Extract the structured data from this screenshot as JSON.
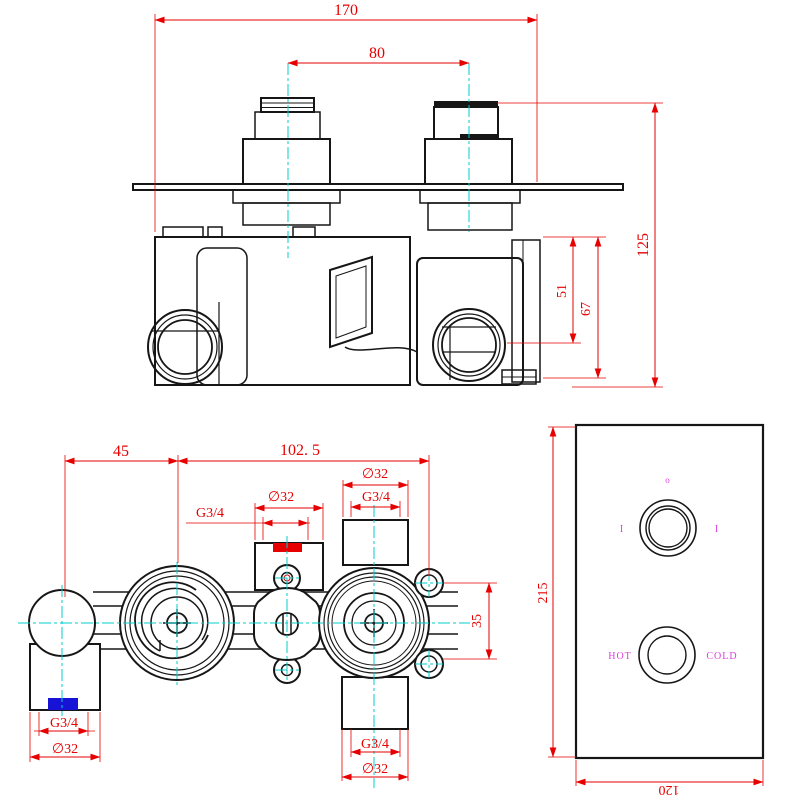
{
  "title": "Concealed thermostatic shower valve - technical drawing",
  "colors": {
    "line": "#161616",
    "dimension": "#e60000",
    "centerline": "#00cccc",
    "annotation_magenta": "#dd3ddd",
    "hot_inlet_marker": "#e60000",
    "cold_inlet_marker": "#1713d6",
    "background": "#ffffff"
  },
  "side_view": {
    "dim_overall_width": "170",
    "dim_cartridge_spacing": "80",
    "dim_overall_height": "125",
    "dim_port_center": "51",
    "dim_body_depth": "67"
  },
  "plan_view": {
    "dim_left_offset": "45",
    "dim_center_span": "102. 5",
    "dim_mid_port_diameter": "∅32",
    "dim_mid_port_thread": "G3/4",
    "dim_outlet_port_diameter": "∅32",
    "dim_outlet_port_thread": "G3/4",
    "dim_ear_offset": "35",
    "dim_cold_port_thread": "G3/4",
    "dim_cold_port_diameter": "∅32",
    "dim_bottom_port_thread": "G3/4",
    "dim_bottom_port_diameter": "∅32"
  },
  "panel_view": {
    "dim_height": "215",
    "dim_width": "120",
    "label_hot": "HOT",
    "label_cold": "COLD",
    "mark_top": "o",
    "mark_left": "I",
    "mark_right": "I"
  }
}
